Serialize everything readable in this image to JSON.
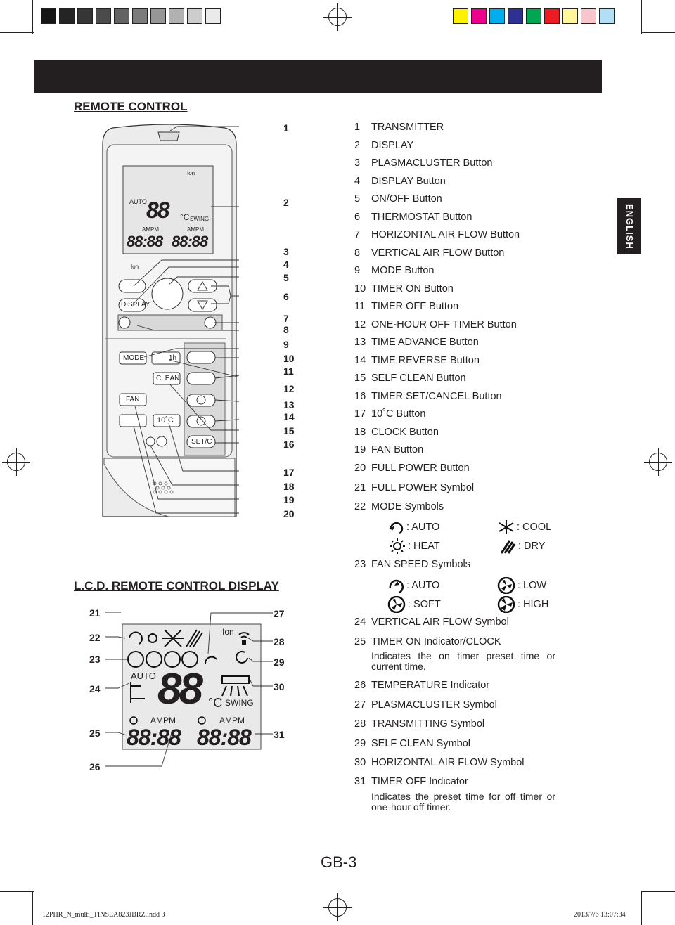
{
  "colors": {
    "grays": [
      "#151515",
      "#242424",
      "#363636",
      "#4b4b4b",
      "#636363",
      "#7c7c7c",
      "#969696",
      "#b1b1b1",
      "#cdcdcd",
      "#eaeaea"
    ],
    "process": [
      "#fff200",
      "#ec008c",
      "#00aeef",
      "#2e3192",
      "#00a651",
      "#ed1c24",
      "#fff799",
      "#f9c5cc",
      "#b2dff5"
    ],
    "band": "#231f20",
    "remote_body": "#ececec",
    "display_bg": "#e9e9e9"
  },
  "remote_section": {
    "title": "REMOTE CONTROL"
  },
  "lcd_section": {
    "title": "L.C.D. REMOTE CONTROL DISPLAY"
  },
  "remote": {
    "ion": "Ion",
    "auto": "AUTO",
    "swing": "SWING",
    "ampm_on": "AMPM",
    "ampm_off": "AMPM",
    "digits_temp": "88",
    "deg_c": "°C",
    "time_on": "88:88",
    "time_off": "88:88",
    "display_label": "DISPLAY",
    "mode_label": "MODE",
    "oneh_label": "1h",
    "clean_label": "CLEAN",
    "fan_label": "FAN",
    "ten_c_label": "10˚C",
    "setc_label": "SET/C"
  },
  "remote_callouts": [
    "1",
    "2",
    "3",
    "4",
    "5",
    "6",
    "7",
    "8",
    "9",
    "10",
    "11",
    "12",
    "13",
    "14",
    "15",
    "16",
    "17",
    "18",
    "19",
    "20"
  ],
  "lcd_callouts_left": [
    "21",
    "22",
    "23",
    "24",
    "25",
    "26"
  ],
  "lcd_callouts_right": [
    "27",
    "28",
    "29",
    "30",
    "31"
  ],
  "items": [
    {
      "n": "1",
      "label": "TRANSMITTER"
    },
    {
      "n": "2",
      "label": "DISPLAY"
    },
    {
      "n": "3",
      "label": "PLASMACLUSTER Button"
    },
    {
      "n": "4",
      "label": "DISPLAY Button"
    },
    {
      "n": "5",
      "label": "ON/OFF Button"
    },
    {
      "n": "6",
      "label": "THERMOSTAT Button"
    },
    {
      "n": "7",
      "label": "HORIZONTAL AIR FLOW Button"
    },
    {
      "n": "8",
      "label": "VERTICAL AIR FLOW Button"
    },
    {
      "n": "9",
      "label": "MODE Button"
    },
    {
      "n": "10",
      "label": "TIMER ON Button"
    },
    {
      "n": "11",
      "label": "TIMER OFF Button"
    },
    {
      "n": "12",
      "label": "ONE-HOUR OFF TIMER Button"
    },
    {
      "n": "13",
      "label": "TIME ADVANCE Button"
    },
    {
      "n": "14",
      "label": "TIME REVERSE Button"
    },
    {
      "n": "15",
      "label": "SELF CLEAN Button"
    },
    {
      "n": "16",
      "label": "TIMER SET/CANCEL Button"
    },
    {
      "n": "17",
      "label": "10˚C Button"
    },
    {
      "n": "18",
      "label": "CLOCK Button"
    },
    {
      "n": "19",
      "label": "FAN Button"
    },
    {
      "n": "20",
      "label": "FULL POWER Button"
    },
    {
      "n": "21",
      "label": "FULL POWER Symbol"
    },
    {
      "n": "22",
      "label": "MODE Symbols"
    },
    {
      "n": "23",
      "label": "FAN SPEED Symbols"
    },
    {
      "n": "24",
      "label": "VERTICAL AIR FLOW Symbol"
    },
    {
      "n": "25",
      "label": "TIMER ON Indicator/CLOCK"
    },
    {
      "n": "26",
      "label": "TEMPERATURE Indicator"
    },
    {
      "n": "27",
      "label": "PLASMACLUSTER Symbol"
    },
    {
      "n": "28",
      "label": "TRANSMITTING Symbol"
    },
    {
      "n": "29",
      "label": "SELF CLEAN Symbol"
    },
    {
      "n": "30",
      "label": "HORIZONTAL AIR FLOW Symbol"
    },
    {
      "n": "31",
      "label": "TIMER OFF Indicator"
    }
  ],
  "mode_symbols": {
    "auto": ": AUTO",
    "cool": ": COOL",
    "heat": ": HEAT",
    "dry": ": DRY"
  },
  "fan_symbols": {
    "auto": ": AUTO",
    "low": ": LOW",
    "soft": ": SOFT",
    "high": ": HIGH"
  },
  "descriptions": {
    "timer_on": "Indicates the on timer preset time or current time.",
    "timer_off": "Indicates the preset time for off timer or one-hour off timer."
  },
  "side_tab": "ENGLISH",
  "page_number": "GB-3",
  "footer": {
    "file": "12PHR_N_multi_TINSEA823JBRZ.indd   3",
    "date": "2013/7/6   13:07:34"
  }
}
